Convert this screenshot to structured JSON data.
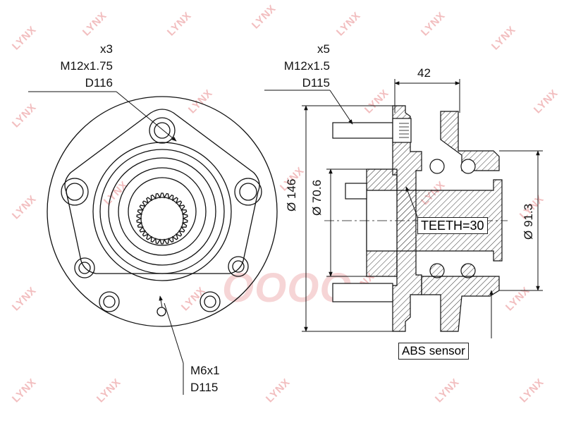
{
  "watermark": {
    "brand": "LYNX",
    "center_text": "OOOO"
  },
  "front_view": {
    "top_callout": {
      "count": "x3",
      "thread": "M12x1.75",
      "diameter": "D116"
    },
    "bottom_callout": {
      "thread": "M6x1",
      "diameter": "D115"
    }
  },
  "side_view": {
    "top_callout": {
      "count": "x5",
      "thread": "M12x1.5",
      "diameter": "D115"
    },
    "width_dim": "42",
    "dia_outer": "Ø 146",
    "dia_inner": "Ø 70.6",
    "dia_bearing": "Ø 91.3",
    "teeth": "TEETH=30",
    "abs_sensor": "ABS sensor"
  },
  "colors": {
    "line": "#111111",
    "hatch": "#333333",
    "watermark": "#e8898c"
  }
}
